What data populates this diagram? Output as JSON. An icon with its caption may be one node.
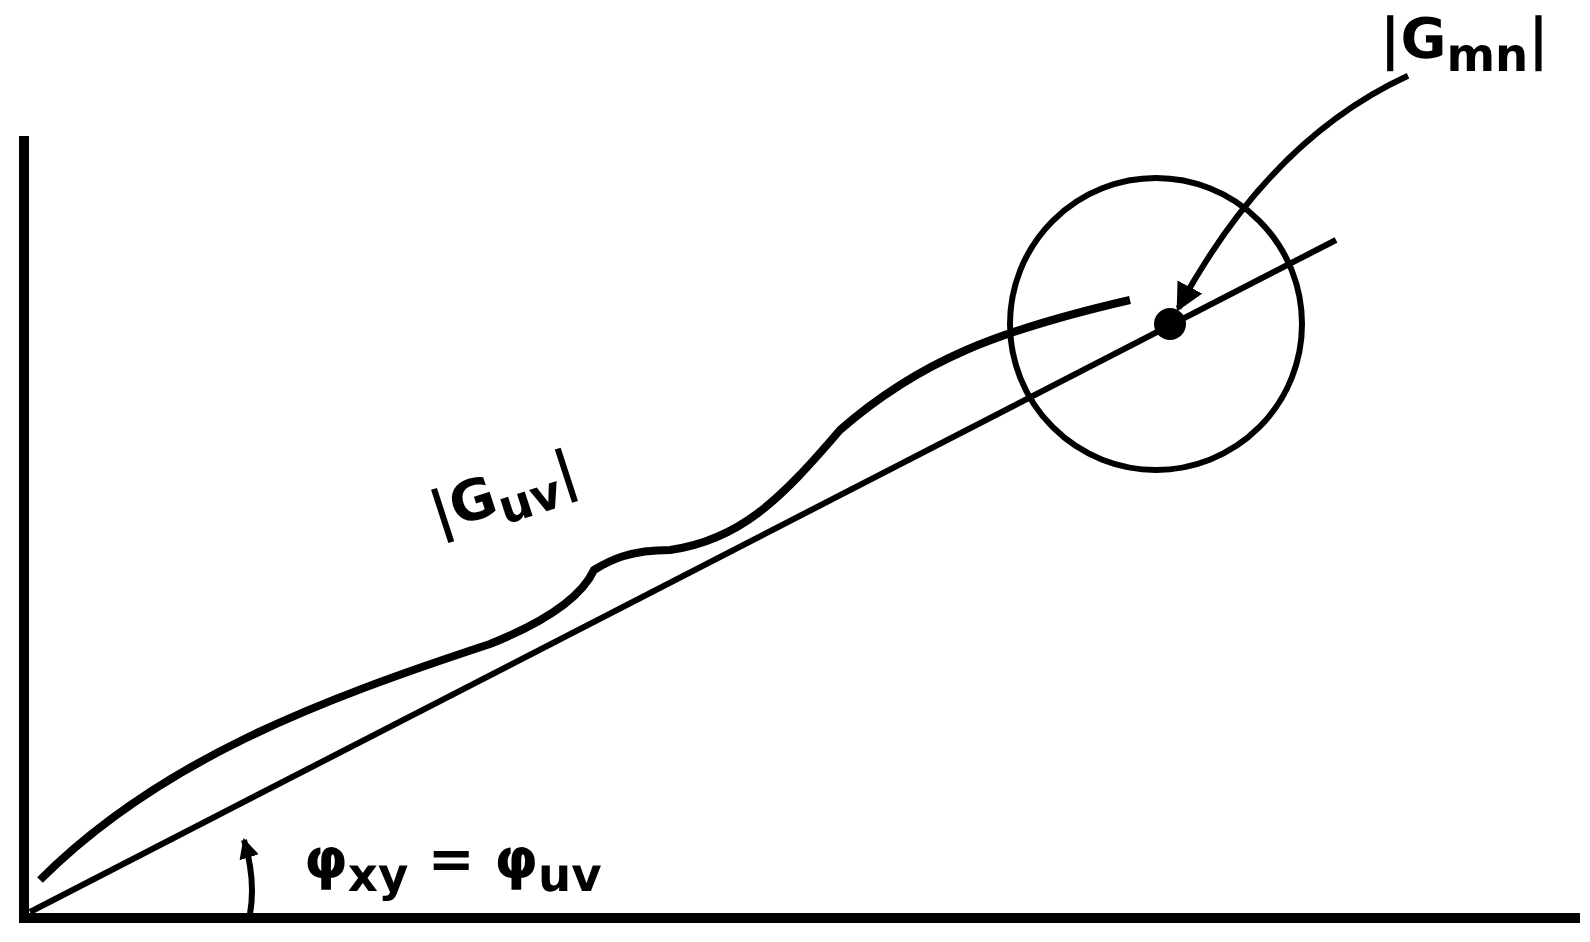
{
  "diagram": {
    "nodes": [
      {
        "text": [
          "|G$_{mn}$|"
        ]
      },
      {
        "text": [],
        "shape": "circle"
      }
    ],
    "edges": [
      {
        "from": 0,
        "to": 1,
        "arrow": "to"
      }
    ],
    "labels": [
      "|G$_{uv}$|",
      "φ$_{xy}$ = φ$_{uv}$"
    ]
  }
}
